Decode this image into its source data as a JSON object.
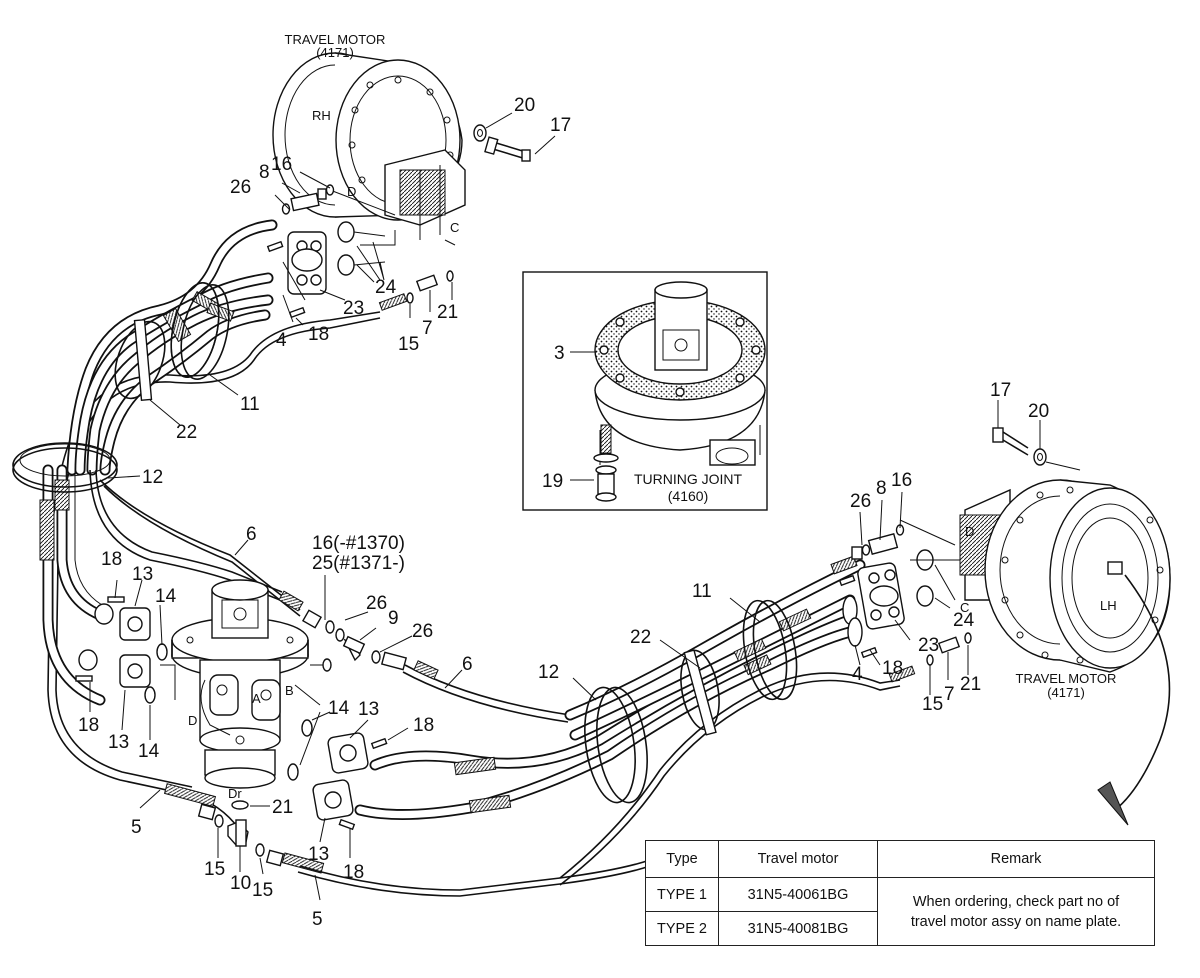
{
  "callouts": {
    "travel_motor_rh": "TRAVEL MOTOR",
    "travel_motor_rh_code": "(4171)",
    "rh": "RH",
    "travel_motor_lh": "TRAVEL MOTOR",
    "travel_motor_lh_code": "(4171)",
    "lh": "LH",
    "turning_joint": "TURNING JOINT",
    "turning_joint_code": "(4160)",
    "p3": "3",
    "p19": "19",
    "p4a": "4",
    "p4b": "4",
    "p5a": "5",
    "p5b": "5",
    "p6a": "6",
    "p6b": "6",
    "p7a": "7",
    "p7b": "7",
    "p8a": "8",
    "p8b": "8",
    "p9": "9",
    "p10": "10",
    "p11a": "11",
    "p11b": "11",
    "p12a": "12",
    "p12b": "12",
    "p13a": "13",
    "p13b": "13",
    "p13c": "13",
    "p13d": "13",
    "p14a": "14",
    "p14b": "14",
    "p14c": "14",
    "p15a": "15",
    "p15b": "15",
    "p15c": "15",
    "p16a": "16",
    "p16b": "16",
    "p16c": "16(-#1370)",
    "p17a": "17",
    "p17b": "17",
    "p18a": "18",
    "p18b": "18",
    "p18c": "18",
    "p18d": "18",
    "p18e": "18",
    "p18f": "18",
    "p20a": "20",
    "p20b": "20",
    "p21a": "21",
    "p21b": "21",
    "p21c": "21",
    "p22a": "22",
    "p22b": "22",
    "p23a": "23",
    "p23b": "23",
    "p24a": "24",
    "p24b": "24",
    "p25": "25(#1371-)",
    "p26a": "26",
    "p26b": "26",
    "p26c": "26",
    "p26d": "26",
    "port_d": "D",
    "port_c": "C",
    "port_dr": "Dr",
    "port_a": "A",
    "port_b": "B"
  },
  "table": {
    "headers": [
      "Type",
      "Travel motor",
      "Remark"
    ],
    "rows": [
      {
        "type": "TYPE 1",
        "motor": "31N5-40061BG"
      },
      {
        "type": "TYPE 2",
        "motor": "31N5-40081BG"
      }
    ],
    "remark_line1": "When ordering, check part no of",
    "remark_line2": "travel motor assy on name plate."
  }
}
